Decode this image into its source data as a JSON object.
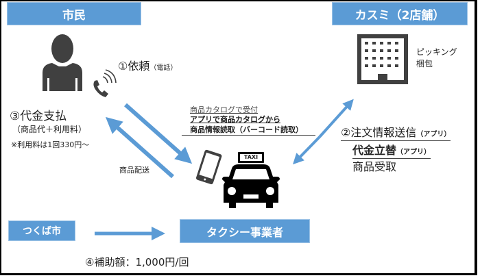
{
  "boxes": {
    "citizen": "市民",
    "kasumi": "カスミ（2店舗）",
    "tsukuba": "つくば市",
    "taxi_company": "タクシー事業者"
  },
  "step1": {
    "main": "①依頼",
    "sub": "（電話）"
  },
  "step3": {
    "main": "③代金支払",
    "sub": "（商品代＋利用料）",
    "note": "※利用料は1回330円～"
  },
  "delivery_label": "商品配送",
  "center": {
    "line1": "商品カタログで受付",
    "line2": "アプリで商品カタログから",
    "line3": "商品情報読取（バーコード読取）"
  },
  "store": {
    "line1": "ピッキング",
    "line2": "梱包"
  },
  "step2": {
    "line1_main": "②注文情報送信",
    "line1_sub": "（アプリ）",
    "line2_main": "代金立替",
    "line2_sub": "（アプリ）",
    "line3": "商品受取"
  },
  "step4": "④補助額：1,000円/回",
  "taxi_sign": "TAXI",
  "colors": {
    "accent": "#5b9bd5",
    "icon": "#404040"
  }
}
